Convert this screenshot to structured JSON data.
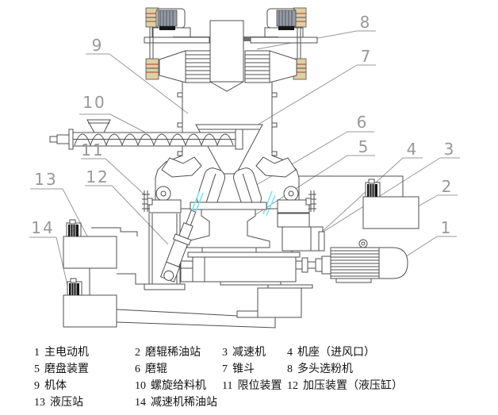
{
  "diagram": {
    "callouts": {
      "c1": {
        "num": "1"
      },
      "c2": {
        "num": "2"
      },
      "c3": {
        "num": "3"
      },
      "c4": {
        "num": "4"
      },
      "c5": {
        "num": "5"
      },
      "c6": {
        "num": "6"
      },
      "c7": {
        "num": "7"
      },
      "c8": {
        "num": "8"
      },
      "c9": {
        "num": "9"
      },
      "c10": {
        "num": "10"
      },
      "c11": {
        "num": "11"
      },
      "c12": {
        "num": "12"
      },
      "c13": {
        "num": "13"
      },
      "c14": {
        "num": "14"
      }
    }
  },
  "legend": {
    "items": [
      {
        "num": "1",
        "label": "主电动机"
      },
      {
        "num": "2",
        "label": "磨辊稀油站"
      },
      {
        "num": "3",
        "label": "减速机"
      },
      {
        "num": "4",
        "label": "机座（进风口）"
      },
      {
        "num": "5",
        "label": "磨盘装置"
      },
      {
        "num": "6",
        "label": "磨辊"
      },
      {
        "num": "7",
        "label": "锥斗"
      },
      {
        "num": "8",
        "label": "多头选粉机"
      },
      {
        "num": "9",
        "label": "机体"
      },
      {
        "num": "10",
        "label": "螺旋给料机"
      },
      {
        "num": "11",
        "label": "限位装置"
      },
      {
        "num": "12",
        "label": "加压装置（液压缸）"
      },
      {
        "num": "13",
        "label": "液压站"
      },
      {
        "num": "14",
        "label": "减速机稀油站"
      }
    ]
  },
  "colors": {
    "line": "#4f4f4f",
    "callout": "#989898",
    "tan": "#ddd0a4",
    "red": "#b23a2e",
    "motorGray": "#969ca5",
    "motorDark": "#41464d",
    "cyan": "#79e6ea",
    "black": "#161616",
    "bar": "#6f6f6f"
  }
}
